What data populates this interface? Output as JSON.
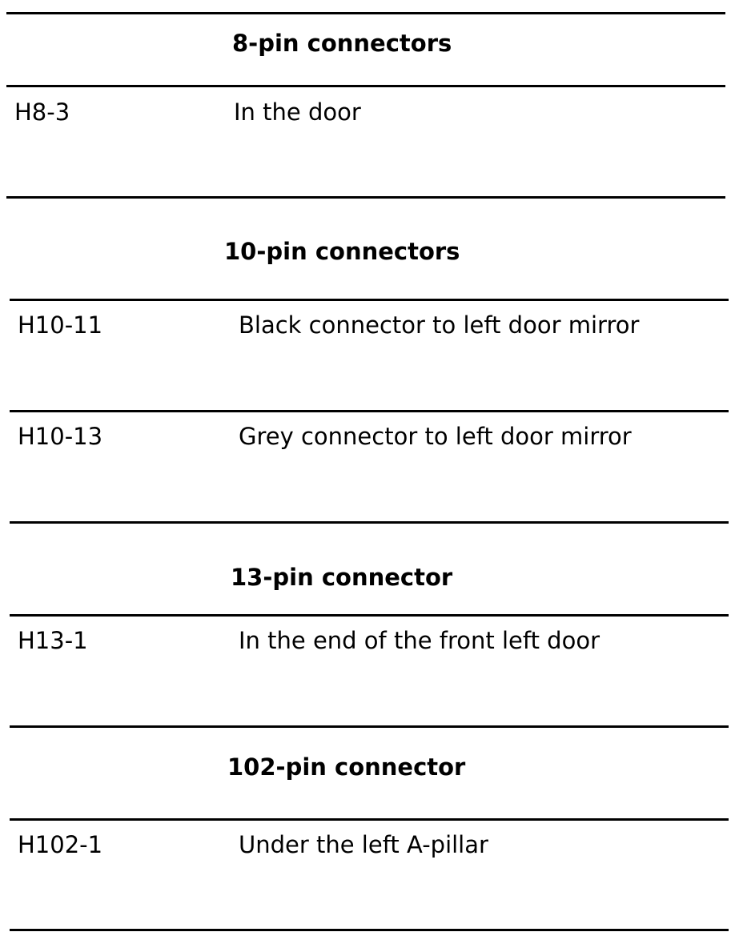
{
  "sections": [
    {
      "heading": "8-pin connectors",
      "rows": [
        {
          "code": "H8-3",
          "description": "In the door"
        }
      ]
    },
    {
      "heading": "10-pin connectors",
      "rows": [
        {
          "code": "H10-11",
          "description": "Black connector to left door mirror"
        },
        {
          "code": "H10-13",
          "description": "Grey connector to left door mirror"
        }
      ]
    },
    {
      "heading": "13-pin connector",
      "rows": [
        {
          "code": "H13-1",
          "description": "In the end of the front left door"
        }
      ]
    },
    {
      "heading": "102-pin connector",
      "rows": [
        {
          "code": "H102-1",
          "description": "Under the left A-pillar"
        }
      ]
    }
  ]
}
